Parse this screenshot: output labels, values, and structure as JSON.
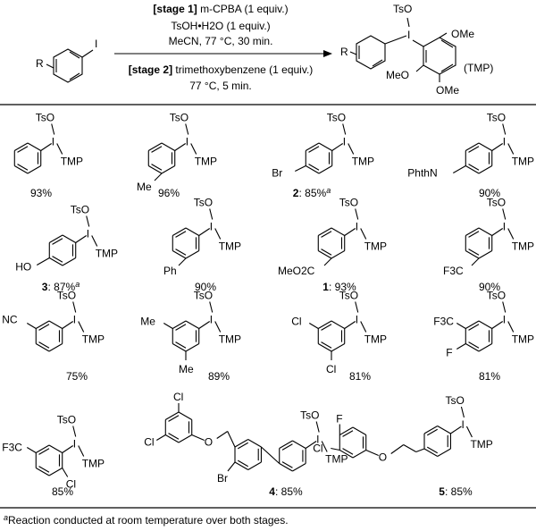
{
  "conditions": {
    "stage1_tag": "[stage 1]",
    "stage1_reagent": " m-CPBA (1 equiv.)",
    "line2": "TsOH•H2O (1 equiv.)",
    "line3": "MeCN, 77 °C, 30 min.",
    "stage2_tag": "[stage 2]",
    "stage2_reagent": " trimethoxybenzene (1 equiv.)",
    "line5": "77 °C, 5 min."
  },
  "reactant": {
    "I": "I",
    "R": "R"
  },
  "product": {
    "TsO": "TsO",
    "I": "I",
    "R": "R",
    "OMe": "OMe",
    "MeO": "MeO",
    "OMe2": "OMe",
    "TMP": "(TMP)"
  },
  "labels": {
    "TsO": "TsO",
    "I": "I",
    "TMP": "TMP"
  },
  "substituents": {
    "me": "Me",
    "br": "Br",
    "phthn": "PhthN",
    "ho": "HO",
    "ph": "Ph",
    "meo2c": "MeO2C",
    "f3c": "F3C",
    "nc": "NC",
    "cl": "Cl",
    "f": "F"
  },
  "yields": [
    {
      "id": "",
      "text": "93%"
    },
    {
      "id": "",
      "text": "96%"
    },
    {
      "id": "2",
      "text": "85%",
      "note": "a"
    },
    {
      "id": "",
      "text": "90%"
    },
    {
      "id": "3",
      "text": "87%",
      "note": "a"
    },
    {
      "id": "",
      "text": "90%"
    },
    {
      "id": "1",
      "text": "93%"
    },
    {
      "id": "",
      "text": "90%"
    },
    {
      "id": "",
      "text": "75%"
    },
    {
      "id": "",
      "text": "89%"
    },
    {
      "id": "",
      "text": "81%"
    },
    {
      "id": "",
      "text": "81%"
    },
    {
      "id": "",
      "text": "85%"
    },
    {
      "id": "4",
      "text": "85%"
    },
    {
      "id": "5",
      "text": "85%"
    }
  ],
  "footnote": {
    "mark": "a",
    "text": "Reaction conducted at room temperature over both stages."
  }
}
